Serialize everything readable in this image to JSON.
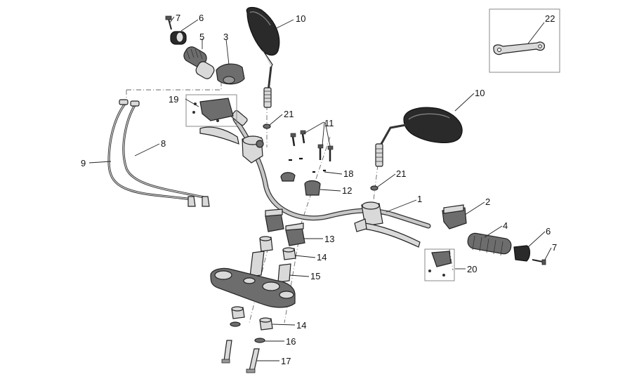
{
  "callouts": {
    "c1": "1",
    "c2": "2",
    "c3": "3",
    "c4": "4",
    "c5": "5",
    "c6a": "6",
    "c6b": "6",
    "c7a": "7",
    "c7b": "7",
    "c8": "8",
    "c9": "9",
    "c10a": "10",
    "c10b": "10",
    "c11": "11",
    "c12": "12",
    "c13": "13",
    "c14a": "14",
    "c14b": "14",
    "c15": "15",
    "c16": "16",
    "c17": "17",
    "c18": "18",
    "c19": "19",
    "c20": "20",
    "c21a": "21",
    "c21b": "21",
    "c22": "22"
  }
}
